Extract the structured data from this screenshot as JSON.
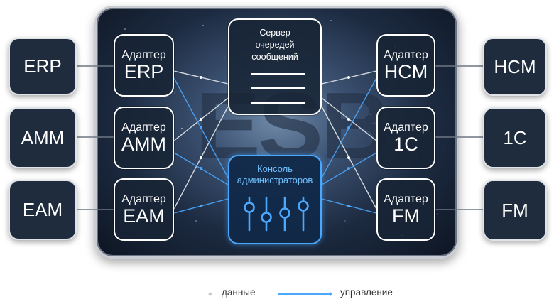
{
  "watermark": "ESB",
  "external_systems": [
    {
      "label": "ERP"
    },
    {
      "label": "AMM"
    },
    {
      "label": "EAM"
    },
    {
      "label": "HCM"
    },
    {
      "label": "1C"
    },
    {
      "label": "FM"
    }
  ],
  "adapters": [
    {
      "prefix": "Адаптер",
      "name": "ERP"
    },
    {
      "prefix": "Адаптер",
      "name": "AMM"
    },
    {
      "prefix": "Адаптер",
      "name": "EAM"
    },
    {
      "prefix": "Адаптер",
      "name": "HCM"
    },
    {
      "prefix": "Адаптер",
      "name": "1C"
    },
    {
      "prefix": "Адаптер",
      "name": "FM"
    }
  ],
  "queue_server": {
    "line1": "Сервер",
    "line2": "очередей",
    "line3": "сообщений"
  },
  "admin_console": {
    "line1": "Консоль",
    "line2": "администраторов"
  },
  "legend": {
    "data_label": "данные",
    "control_label": "управление"
  },
  "colors": {
    "data_line": "#e6e9ee",
    "control_line": "#4aa8ff",
    "panel": "#1c2a40"
  }
}
